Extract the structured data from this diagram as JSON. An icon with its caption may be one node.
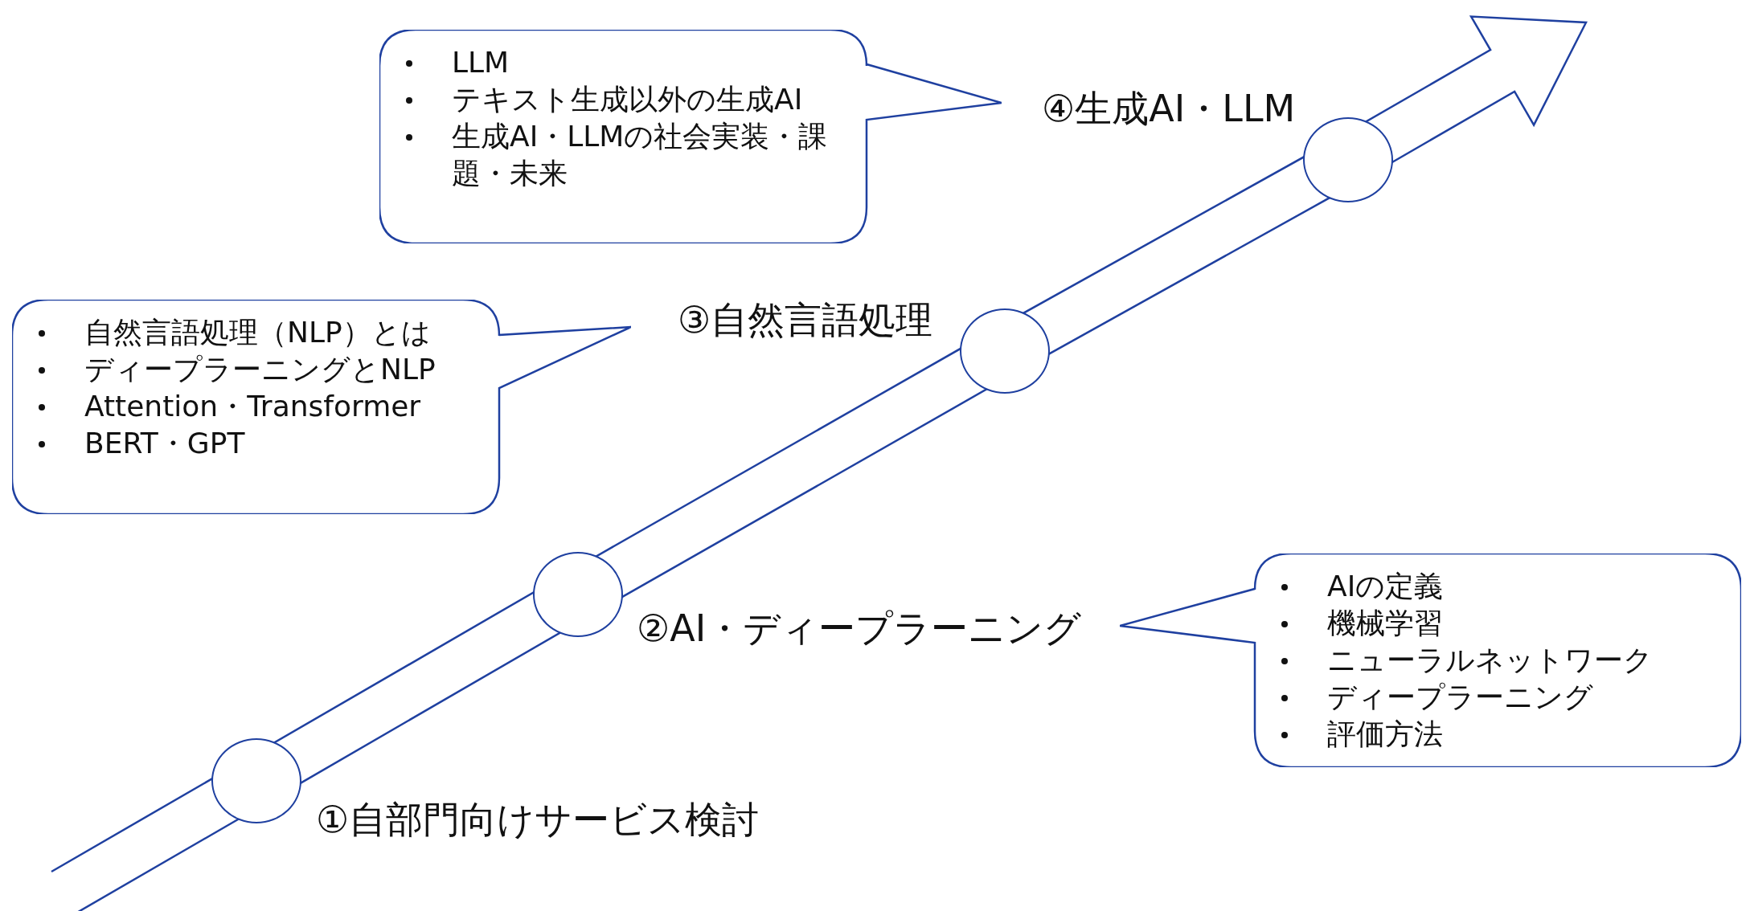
{
  "diagram": {
    "nodes": [
      {
        "text": [],
        "shape": "circle",
        "beside": [
          "①自部門向けサービス検討"
        ]
      },
      {
        "text": [],
        "shape": "circle",
        "beside": [
          "②AI・ディープラーニング"
        ]
      },
      {
        "text": [],
        "shape": "circle",
        "beside": [
          "③自然言語処理"
        ]
      },
      {
        "text": [],
        "shape": "circle",
        "beside": [
          "④生成AI・LLM"
        ]
      },
      {
        "text": [
          "LLM",
          "テキスト生成以外の生成AI",
          "生成AI・LLMの社会実装・課題・未来"
        ]
      },
      {
        "text": [
          "自然言語処理（NLP）とは",
          "ディープラーニングとNLP",
          "Attention・Transformer",
          "BERT・GPT"
        ]
      },
      {
        "text": [
          "AIの定義",
          "機械学習",
          "ニューラルネットワーク",
          "ディープラーニング",
          "評価方法"
        ]
      }
    ],
    "edges": [
      {
        "from": null,
        "to": 0,
        "arrow": "none"
      },
      {
        "from": 0,
        "to": 1,
        "arrow": "none"
      },
      {
        "from": 1,
        "to": 2,
        "arrow": "none"
      },
      {
        "from": 2,
        "to": 3,
        "arrow": "none"
      },
      {
        "from": 3,
        "to": null,
        "arrow": "to"
      }
    ]
  }
}
